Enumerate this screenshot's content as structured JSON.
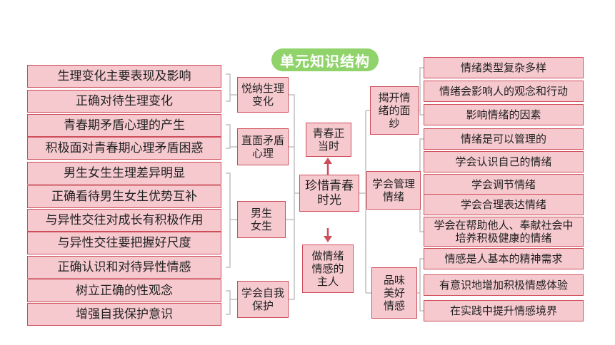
{
  "title": "单元知识结构",
  "center": "珍惜青春时光",
  "top_node": "青春正当时",
  "bottom_node": "做情绪情感的主人",
  "left_groups": [
    {
      "label": "悦纳生理变化",
      "items": [
        "生理变化主要表现及影响",
        "正确对待生理变化"
      ]
    },
    {
      "label": "直面矛盾心理",
      "items": [
        "青春期矛盾心理的产生",
        "积极面对青春期心理矛盾困惑"
      ]
    },
    {
      "label": "男生女生",
      "items": [
        "男生女生生理差异明显",
        "正确看待男生女生优势互补",
        "与异性交往对成长有积极作用",
        "与异性交往要把握好尺度",
        "正确认识和对待异性情感"
      ]
    },
    {
      "label": "学会自我保护",
      "items": [
        "树立正确的性观念",
        "增强自我保护意识"
      ]
    }
  ],
  "right_groups": [
    {
      "label": "揭开情绪的面纱",
      "items": [
        "情绪类型复杂多样",
        "情绪会影响人的观念和行动",
        "影响情绪的因素"
      ]
    },
    {
      "label": "学会管理情绪",
      "items": [
        "情绪是可以管理的",
        "学会认识自己的情绪",
        "学会调节情绪",
        "学会合理表达情绪",
        "学会在帮助他人、奉献社会中培养积极健康的情绪"
      ]
    },
    {
      "label": "品味美好情感",
      "items": [
        "情感是人基本的精神需求",
        "有意识地增加积极情感体验",
        "在实践中提升情感境界"
      ]
    }
  ],
  "colors": {
    "box_fill": "#f5c9ce",
    "box_border": "#cf4d5a",
    "title_fill": "#8fd36a",
    "line": "#c0c0c0",
    "arrow": "#cf4d5a"
  }
}
